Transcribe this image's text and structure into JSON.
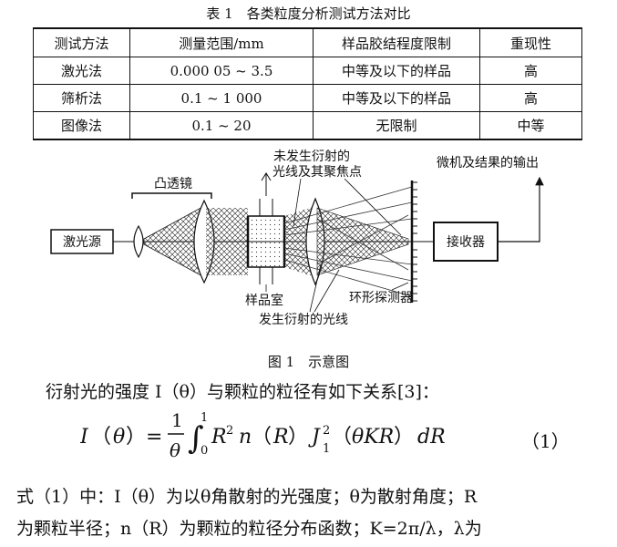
{
  "table": {
    "caption": "表 1　各类粒度分析测试方法对比",
    "headers": [
      "测试方法",
      "测量范围/mm",
      "样品胶结程度限制",
      "重现性"
    ],
    "rows": [
      [
        "激光法",
        "0.000 05 ~ 3.5",
        "中等及以下的样品",
        "高"
      ],
      [
        "筛析法",
        "0.1 ~ 1 000",
        "中等及以下的样品",
        "高"
      ],
      [
        "图像法",
        "0.1 ~ 20",
        "无限制",
        "中等"
      ]
    ]
  },
  "figure": {
    "caption": "图 1　示意图",
    "labels": {
      "laser_source": "激光源",
      "convex_lens": "凸透镜",
      "undiffracted_line1": "未发生衍射的",
      "undiffracted_line2": "光线及其聚焦点",
      "output": "微机及结果的输出",
      "receiver": "接收器",
      "sample_chamber": "样品室",
      "ring_detector": "环形探测器",
      "diffracted_light": "发生衍射的光线"
    }
  },
  "text": {
    "intro": "衍射光的强度 I（θ）与颗粒的粒径有如下关系[3]：",
    "equation_number": "（1）",
    "line1": "式（1）中：I（θ）为以θ角散射的光强度；θ为散射角度；R",
    "line2": "为颗粒半径；n（R）为颗粒的粒径分布函数；K=2π/λ，λ为"
  }
}
